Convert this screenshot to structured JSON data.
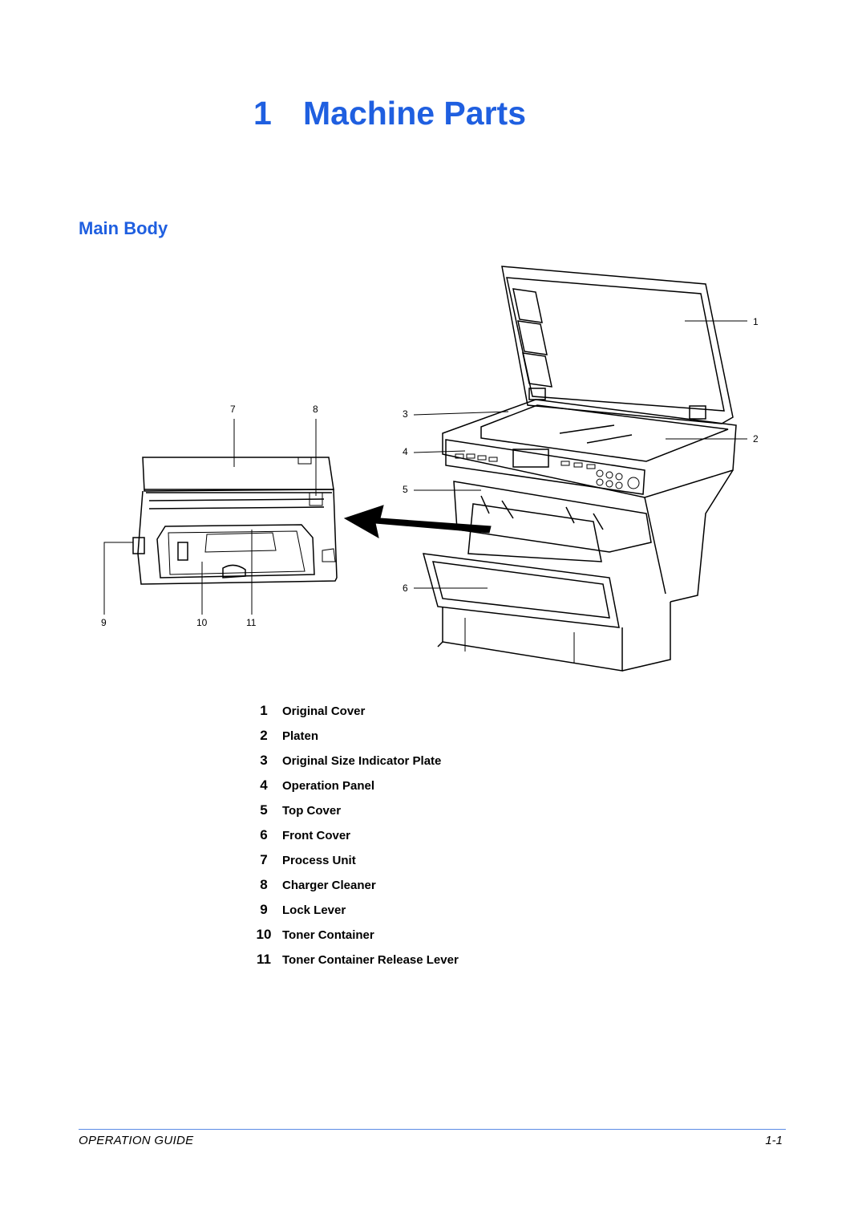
{
  "chapter": {
    "number": "1",
    "title": "Machine Parts"
  },
  "section": {
    "title": "Main Body"
  },
  "figure": {
    "callouts": [
      "1",
      "2",
      "3",
      "4",
      "5",
      "6",
      "7",
      "8",
      "9",
      "10",
      "11"
    ]
  },
  "parts": [
    {
      "num": "1",
      "label": "Original Cover"
    },
    {
      "num": "2",
      "label": "Platen"
    },
    {
      "num": "3",
      "label": "Original Size Indicator Plate"
    },
    {
      "num": "4",
      "label": "Operation Panel"
    },
    {
      "num": "5",
      "label": "Top Cover"
    },
    {
      "num": "6",
      "label": "Front Cover"
    },
    {
      "num": "7",
      "label": "Process Unit"
    },
    {
      "num": "8",
      "label": "Charger Cleaner"
    },
    {
      "num": "9",
      "label": "Lock Lever"
    },
    {
      "num": "10",
      "label": "Toner Container"
    },
    {
      "num": "11",
      "label": "Toner Container Release Lever"
    }
  ],
  "footer": {
    "left": "OPERATION GUIDE",
    "right": "1-1"
  },
  "colors": {
    "heading": "#1f5fe0",
    "rule": "#5b8be6"
  }
}
